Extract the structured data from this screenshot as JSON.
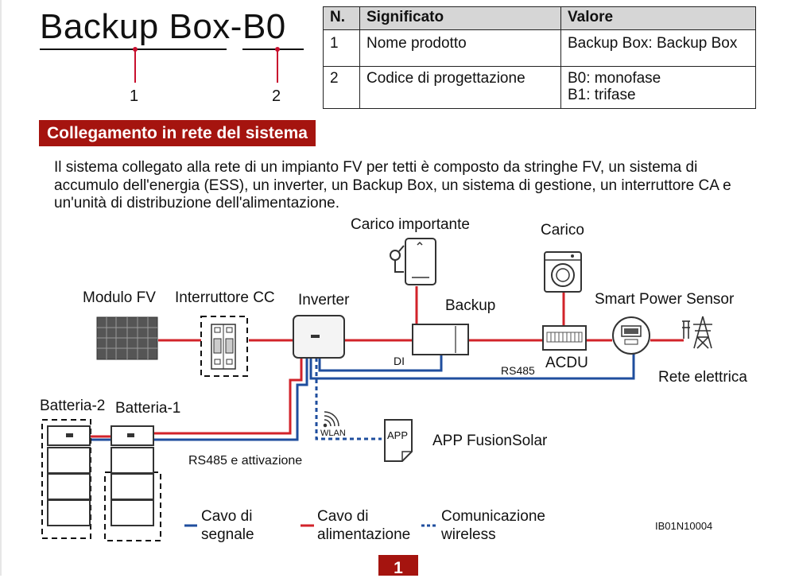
{
  "header": {
    "model_text": "Backup Box-B0",
    "callout_1": "1",
    "callout_2": "2"
  },
  "table": {
    "headers": [
      "N.",
      "Significato",
      "Valore"
    ],
    "rows": [
      {
        "n": "1",
        "meaning": "Nome prodotto",
        "value": "Backup Box: Backup Box"
      },
      {
        "n": "2",
        "meaning": "Codice di progettazione",
        "value_lines": [
          "B0: monofase",
          "B1: trifase"
        ]
      }
    ]
  },
  "section": {
    "title": "Collegamento in rete del sistema",
    "description": "Il sistema collegato alla rete di un impianto FV per tetti è composto da stringhe FV, un sistema di accumulo dell'energia (ESS), un inverter, un Backup Box, un sistema di gestione, un interruttore CA e un'unità di distribuzione dell'alimentazione."
  },
  "diagram": {
    "labels": {
      "pv_module": "Modulo FV",
      "dc_switch": "Interruttore CC",
      "inverter": "Inverter",
      "important_load": "Carico importante",
      "backup": "Backup",
      "load": "Carico",
      "acdu": "ACDU",
      "smart_power_sensor": "Smart Power Sensor",
      "grid": "Rete elettrica",
      "battery_2": "Batteria-2",
      "battery_1": "Batteria-1",
      "di": "DI",
      "rs485": "RS485",
      "rs485_activation": "RS485 e attivazione",
      "wlan": "WLAN",
      "app_icon_text": "APP",
      "app_name": "APP FusionSolar",
      "figure_id": "IB01N10004"
    },
    "legend": [
      {
        "line1": "Cavo di",
        "line2": "segnale",
        "color": "#1f4e9e",
        "style": "solid"
      },
      {
        "line1": "Cavo di",
        "line2": "alimentazione",
        "color": "#d2232a",
        "style": "solid"
      },
      {
        "line1": "Comunicazione",
        "line2": "wireless",
        "color": "#1f4e9e",
        "style": "dashed"
      }
    ],
    "colors": {
      "power": "#d2232a",
      "signal": "#1f4e9e",
      "accent": "#a5140f"
    },
    "icons": [
      "solar-panel-icon",
      "dc-switch-icon",
      "inverter-icon",
      "water-heater-icon",
      "backup-box-icon",
      "washing-machine-icon",
      "acdu-icon",
      "smart-power-sensor-icon",
      "transmission-tower-icon",
      "battery-icon",
      "wlan-icon",
      "app-icon"
    ]
  },
  "page": {
    "number": "1"
  }
}
